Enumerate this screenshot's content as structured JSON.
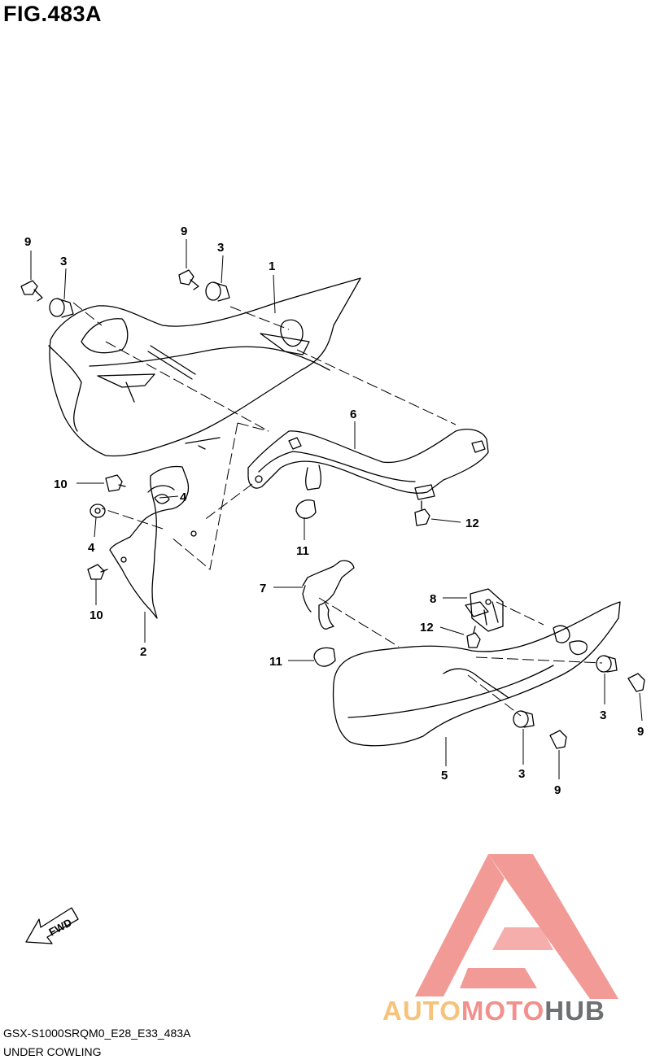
{
  "figure": {
    "title": "FIG.483A"
  },
  "callouts": [
    {
      "id": "c9a",
      "label": "9"
    },
    {
      "id": "c3a",
      "label": "3"
    },
    {
      "id": "c9b",
      "label": "9"
    },
    {
      "id": "c3b",
      "label": "3"
    },
    {
      "id": "c1",
      "label": "1"
    },
    {
      "id": "c6",
      "label": "6"
    },
    {
      "id": "c10a",
      "label": "10"
    },
    {
      "id": "c4a",
      "label": "4"
    },
    {
      "id": "c4b",
      "label": "4"
    },
    {
      "id": "c10b",
      "label": "10"
    },
    {
      "id": "c2",
      "label": "2"
    },
    {
      "id": "c12a",
      "label": "12"
    },
    {
      "id": "c11a",
      "label": "11"
    },
    {
      "id": "c7",
      "label": "7"
    },
    {
      "id": "c8",
      "label": "8"
    },
    {
      "id": "c12b",
      "label": "12"
    },
    {
      "id": "c11b",
      "label": "11"
    },
    {
      "id": "c3c",
      "label": "3"
    },
    {
      "id": "c9c",
      "label": "9"
    },
    {
      "id": "c3d",
      "label": "3"
    },
    {
      "id": "c9d",
      "label": "9"
    },
    {
      "id": "c5",
      "label": "5"
    }
  ],
  "fwd_arrow": {
    "label": "FWD"
  },
  "footer": {
    "code": "GSX-S1000SRQM0_E28_E33_483A",
    "caption": "UNDER COWLING"
  },
  "watermark": {
    "part1": "AUTO",
    "part2": "MOTO",
    "part3": "HUB",
    "colors": {
      "auto": "#f7c27a",
      "moto": "#f2908c",
      "hub": "#6e7072",
      "logo": "#f29a96"
    }
  }
}
